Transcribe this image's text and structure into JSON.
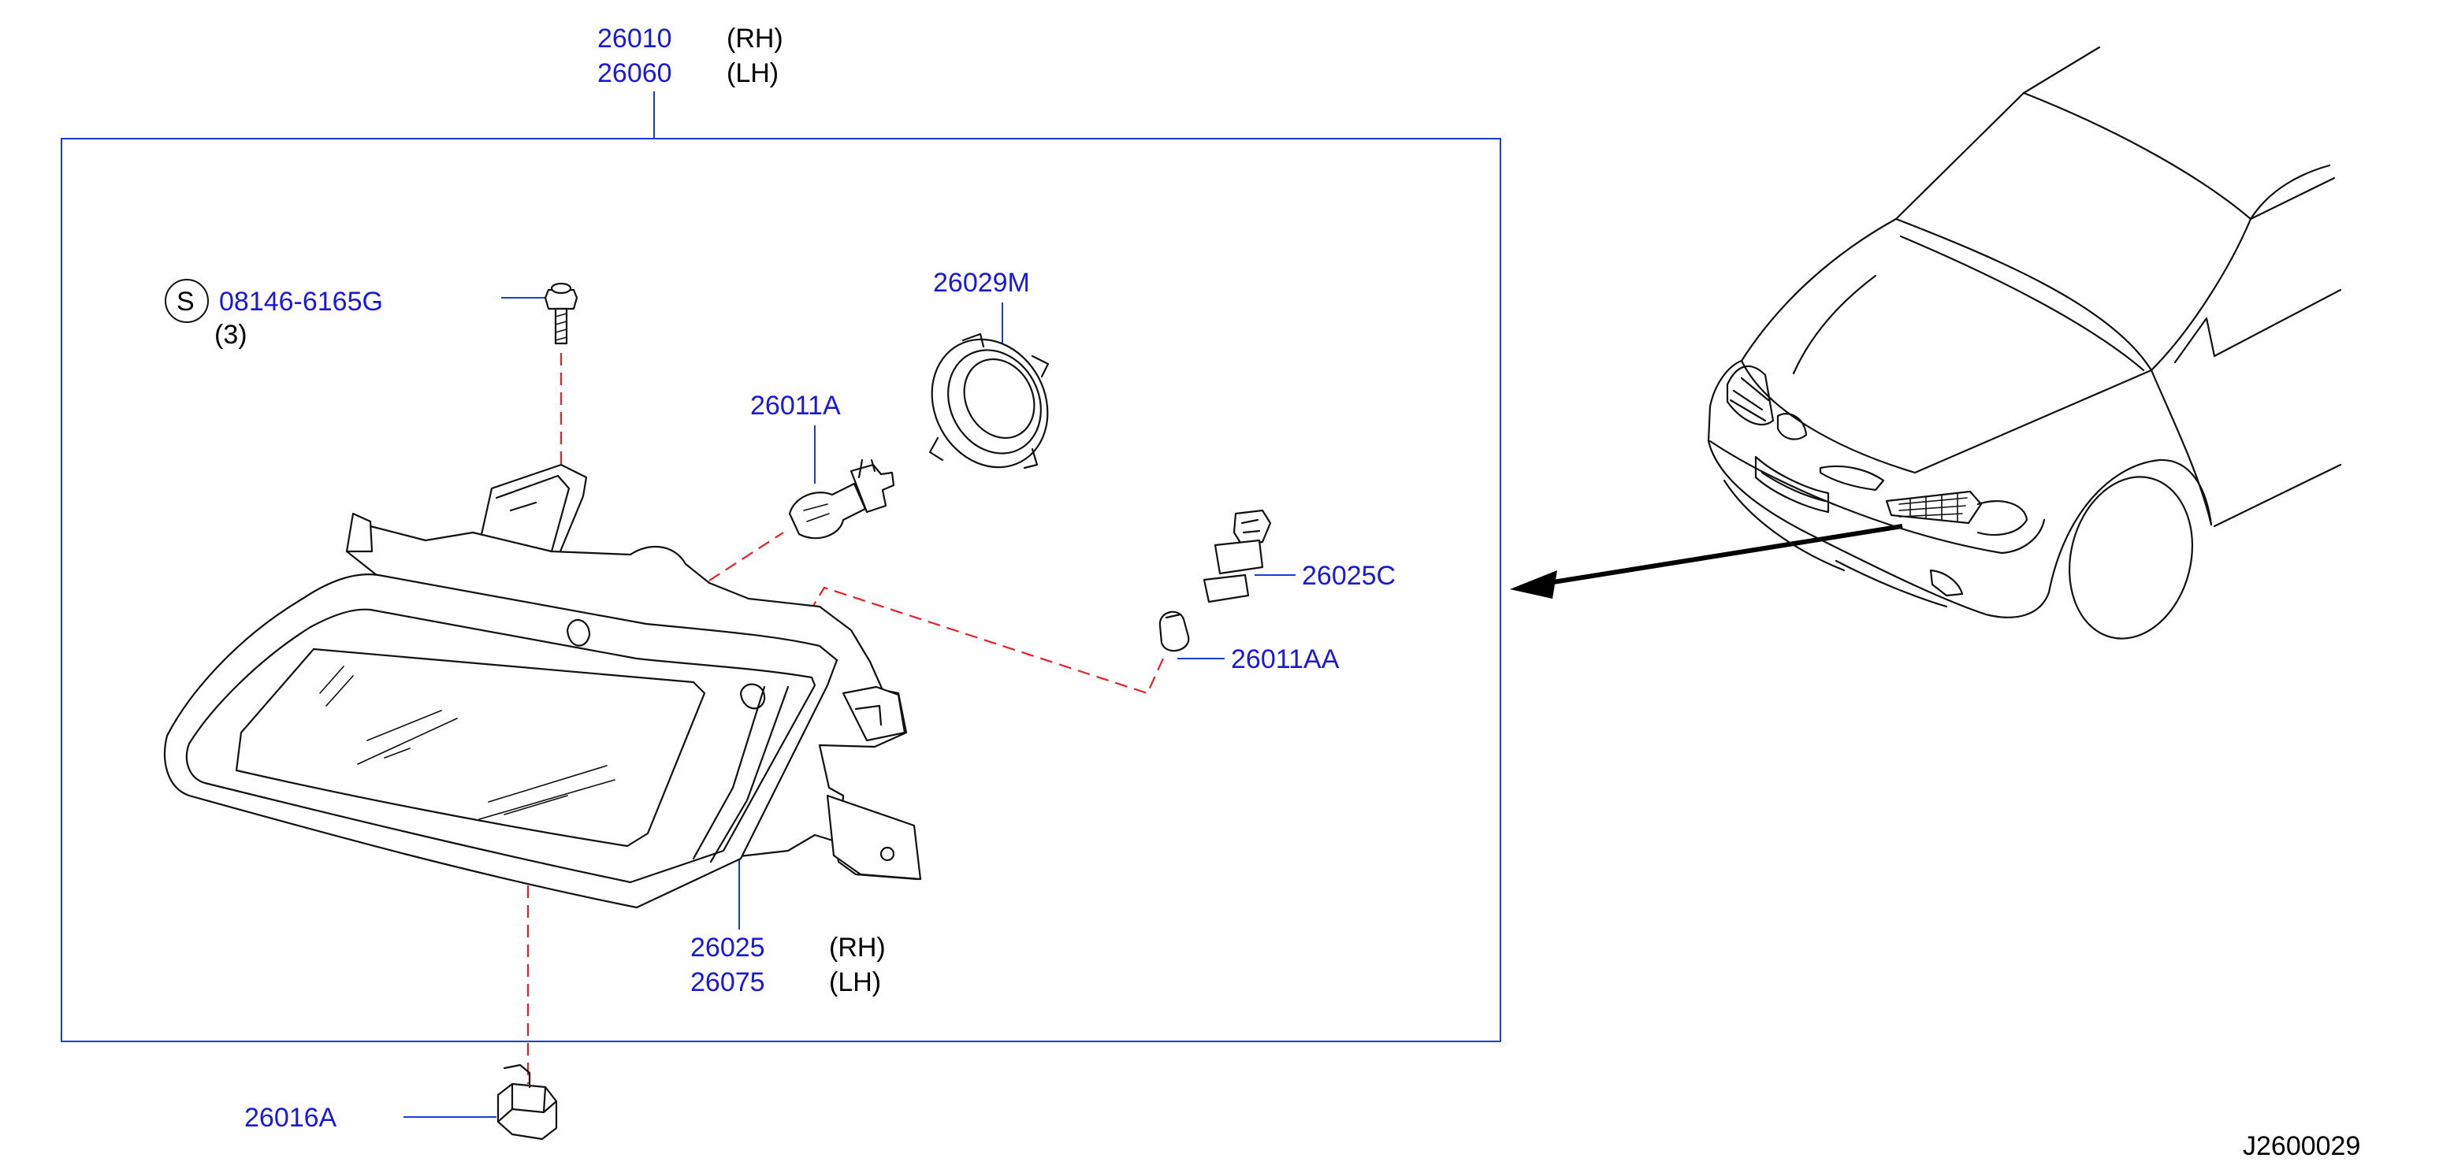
{
  "diagram": {
    "reference_code": "J2600029",
    "callouts": {
      "assembly": {
        "parts": [
          "26010",
          "26060"
        ],
        "sides": [
          "(RH)",
          "(LH)"
        ]
      },
      "screw": {
        "symbol": "S",
        "part": "08146-6165G",
        "qty": "(3)"
      },
      "socket_ring": {
        "part": "26029M"
      },
      "main_bulb": {
        "part": "26011A"
      },
      "side_socket": {
        "part": "26025C"
      },
      "side_bulb": {
        "part": "26011AA"
      },
      "side_lamp": {
        "parts": [
          "26025",
          "26075"
        ],
        "sides": [
          "(RH)",
          "(LH)"
        ]
      },
      "clip": {
        "part": "26016A"
      }
    },
    "colors": {
      "part_number": "#1a1ad6",
      "leader": "#1a3fd6",
      "hidden_path": "#e8202a",
      "drawing": "#111111"
    }
  }
}
